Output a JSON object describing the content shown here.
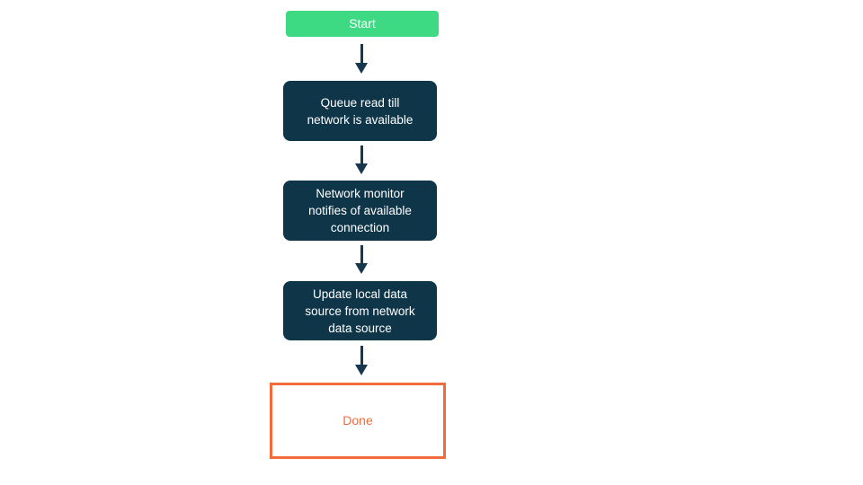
{
  "flowchart": {
    "nodes": [
      {
        "id": "start",
        "type": "start",
        "label": "Start"
      },
      {
        "id": "queue-read",
        "type": "process",
        "label": "Queue read till\nnetwork is available"
      },
      {
        "id": "network-monitor",
        "type": "process",
        "label": "Network monitor\nnotifies of available\nconnection"
      },
      {
        "id": "update-local",
        "type": "process",
        "label": "Update local data\nsource from network\ndata source"
      },
      {
        "id": "done",
        "type": "end",
        "label": "Done"
      }
    ],
    "edges": [
      {
        "from": "start",
        "to": "queue-read"
      },
      {
        "from": "queue-read",
        "to": "network-monitor"
      },
      {
        "from": "network-monitor",
        "to": "update-local"
      },
      {
        "from": "update-local",
        "to": "done"
      }
    ],
    "colors": {
      "start_fill": "#3ed983",
      "process_fill": "#0f3548",
      "node_text": "#ffffff",
      "end_border": "#f26b3a",
      "end_text": "#f26b3a",
      "arrow": "#16384e",
      "background": "#ffffff"
    }
  }
}
